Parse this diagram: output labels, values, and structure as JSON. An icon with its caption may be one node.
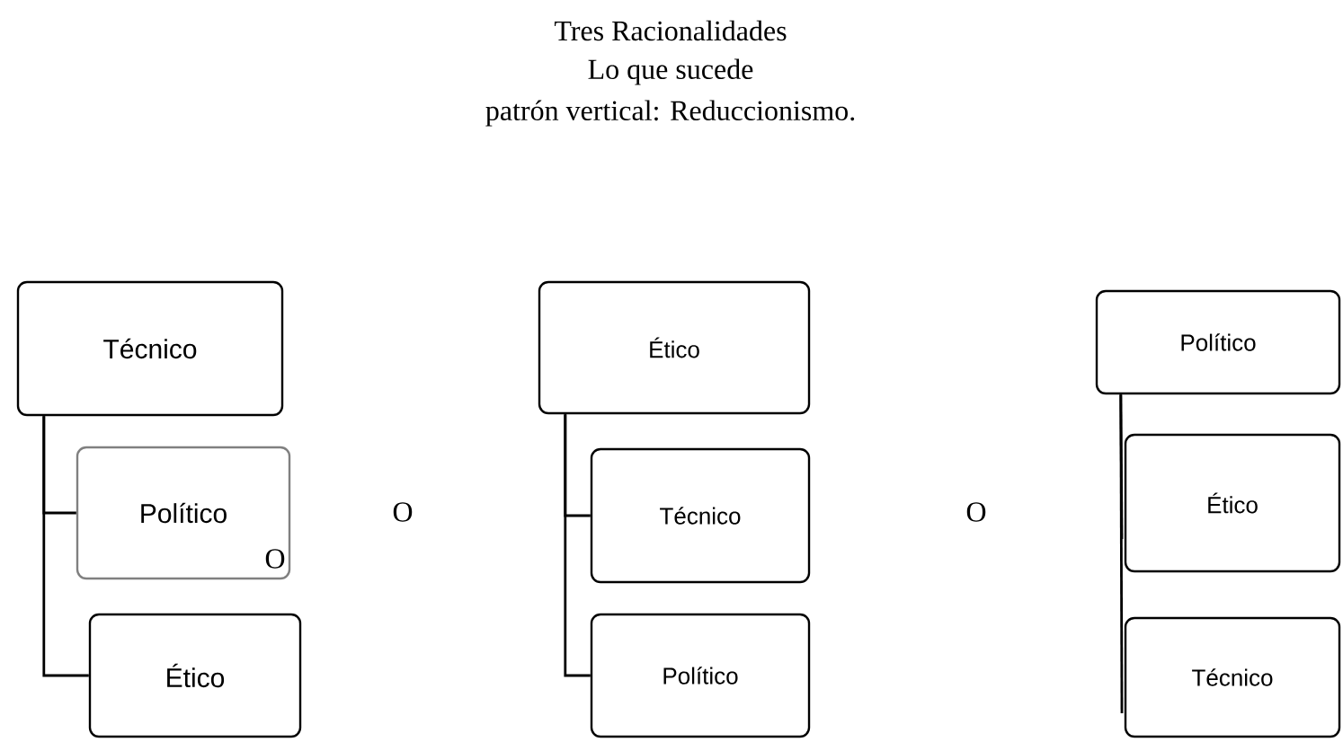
{
  "diagram": {
    "title": "Tres Racionalidades",
    "nodes": [
      {
        "text": [
          "Técnico"
        ]
      },
      {
        "text": [
          "Político"
        ]
      },
      {
        "text": [
          "Ético"
        ]
      },
      {
        "text": [
          "Ético"
        ]
      },
      {
        "text": [
          "Técnico"
        ]
      },
      {
        "text": [
          "Político"
        ]
      },
      {
        "text": [
          "Político"
        ]
      },
      {
        "text": [
          "Ético"
        ]
      },
      {
        "text": [
          "Técnico"
        ]
      }
    ],
    "edges": [
      {
        "from": 0,
        "to": 1,
        "arrow": "none"
      },
      {
        "from": 0,
        "to": 2,
        "arrow": "none"
      },
      {
        "from": 3,
        "to": 4,
        "arrow": "none"
      },
      {
        "from": 3,
        "to": 5,
        "arrow": "none"
      },
      {
        "from": 6,
        "to": 7,
        "arrow": "none"
      },
      {
        "from": 6,
        "to": 8,
        "arrow": "none"
      }
    ],
    "labels": [
      "Lo que sucede",
      "patrón vertical: Reduccionismo.",
      "O",
      "O",
      "O"
    ]
  }
}
